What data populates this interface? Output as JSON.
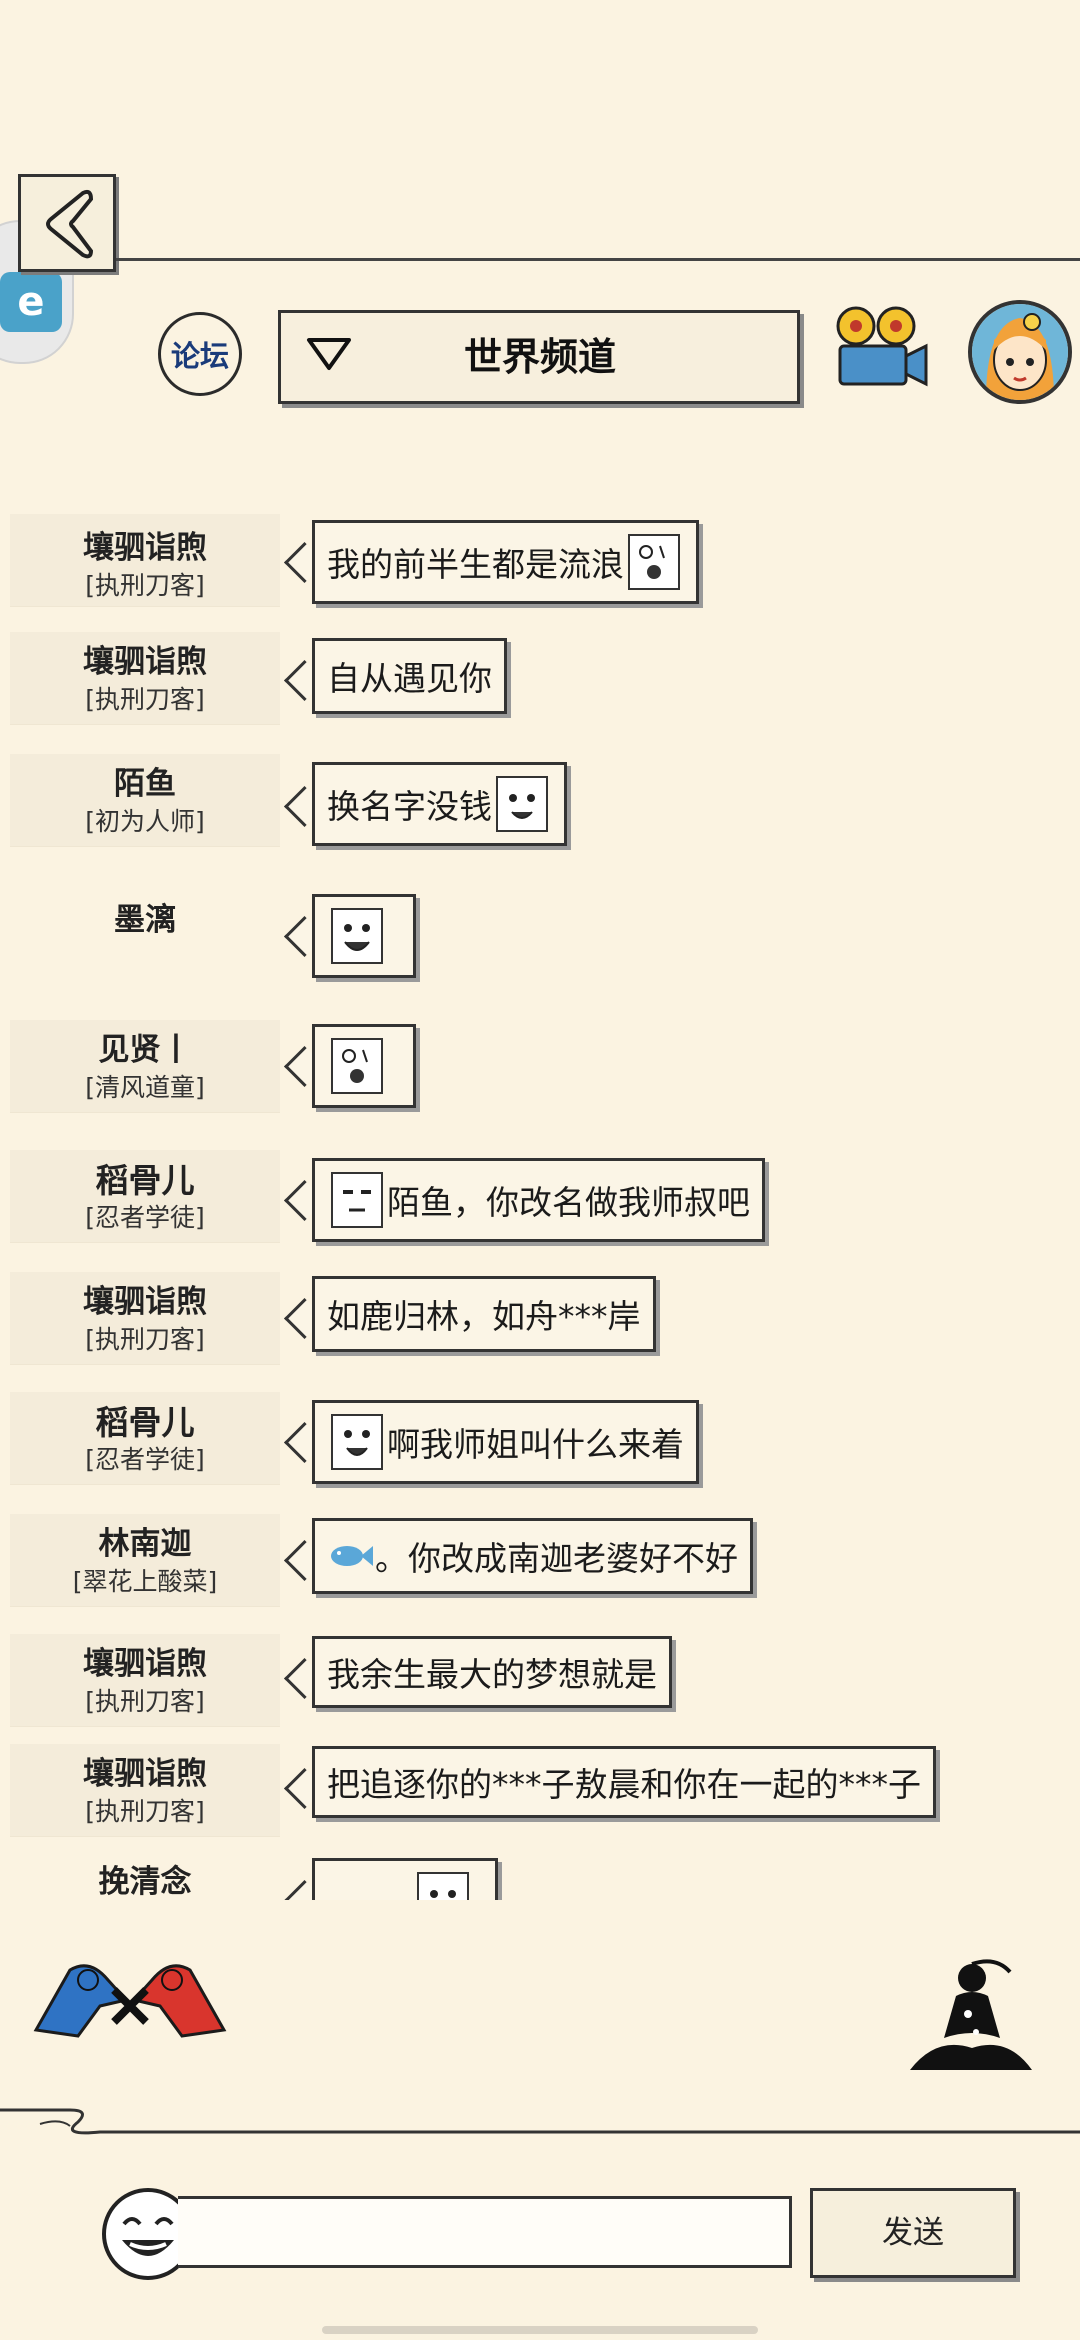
{
  "header": {
    "forum_label": "论坛",
    "channel_title": "世界频道"
  },
  "messages": [
    {
      "name": "壤驷诣煦",
      "title": "[执刑刀客]",
      "text": "我的前半生都是流浪",
      "emoji": "after"
    },
    {
      "name": "壤驷诣煦",
      "title": "[执刑刀客]",
      "text": "自从遇见你",
      "emoji": "none"
    },
    {
      "name": "陌鱼",
      "title": "[初为人师]",
      "text": "换名字没钱",
      "emoji": "after"
    },
    {
      "name": "墨漓",
      "title": "",
      "text": "",
      "emoji": "only"
    },
    {
      "name": "见贤丨",
      "title": "[清风道童]",
      "text": "",
      "emoji": "only"
    },
    {
      "name": "稻骨儿",
      "title": "[忍者学徒]",
      "text": "陌鱼，你改名做我师叔吧",
      "emoji": "before"
    },
    {
      "name": "壤驷诣煦",
      "title": "[执刑刀客]",
      "text": "如鹿归林，如舟***岸",
      "emoji": "none"
    },
    {
      "name": "稻骨儿",
      "title": "[忍者学徒]",
      "text": "啊我师姐叫什么来着",
      "emoji": "before"
    },
    {
      "name": "林南迦",
      "title": "[翠花上酸菜]",
      "text": "。你改成南迦老婆好不好",
      "emoji": "fish"
    },
    {
      "name": "壤驷诣煦",
      "title": "[执刑刀客]",
      "text": "我余生最大的梦想就是",
      "emoji": "none"
    },
    {
      "name": "壤驷诣煦",
      "title": "[执刑刀客]",
      "text": "把追逐你的***子敖晨和你在一起的***子",
      "emoji": "none"
    },
    {
      "name": "挽清念",
      "title": "",
      "text": "",
      "emoji": "partial"
    }
  ],
  "input": {
    "placeholder": "",
    "value": ""
  },
  "send_label": "发送",
  "icons": {
    "back": "back-chevron-icon",
    "forum": "forum-badge-icon",
    "dropdown": "triangle-down-icon",
    "camera": "movie-camera-icon",
    "avatar": "avatar-icon",
    "emoji": "smile-emoji-icon",
    "ninja_logo": "ninja-duel-logo-icon",
    "meditate": "meditating-figure-icon"
  }
}
